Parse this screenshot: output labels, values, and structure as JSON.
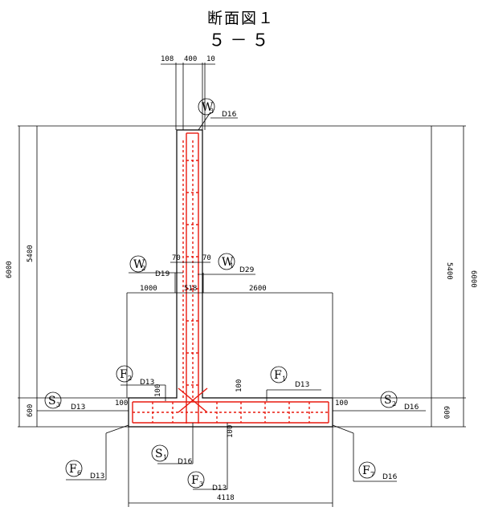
{
  "title": "断面図１",
  "section": "５－５",
  "dimensions": {
    "top_left": "108",
    "top_mid": "400",
    "top_right": "10",
    "height_total": "6000",
    "height_wall": "5400",
    "height_base": "600",
    "stem_left_cover": "70",
    "stem_right_cover": "70",
    "toe_length": "1000",
    "stem_width": "518",
    "heel_length": "2600",
    "left_cover": "100",
    "right_cover": "100",
    "top_cover_f1": "100",
    "bottom_cover_f3": "100",
    "top_cover_f2": "100",
    "base_width": "4118"
  },
  "bars": [
    {
      "id": "W3",
      "letter": "W",
      "sub": "3",
      "size": "D16"
    },
    {
      "id": "W2",
      "letter": "W",
      "sub": "2",
      "size": "D19"
    },
    {
      "id": "W1",
      "letter": "W",
      "sub": "1",
      "size": "D29"
    },
    {
      "id": "F2",
      "letter": "F",
      "sub": "2",
      "size": "D13"
    },
    {
      "id": "F1",
      "letter": "F",
      "sub": "1",
      "size": "D13"
    },
    {
      "id": "S3",
      "letter": "S",
      "sub": "3",
      "size": "D13"
    },
    {
      "id": "S2",
      "letter": "S",
      "sub": "2",
      "size": "D16"
    },
    {
      "id": "F6",
      "letter": "F",
      "sub": "6",
      "size": "D13"
    },
    {
      "id": "S1",
      "letter": "S",
      "sub": "1",
      "size": "D16"
    },
    {
      "id": "F3",
      "letter": "F",
      "sub": "3",
      "size": "D13"
    },
    {
      "id": "F7",
      "letter": "F",
      "sub": "7",
      "size": "D16"
    }
  ]
}
